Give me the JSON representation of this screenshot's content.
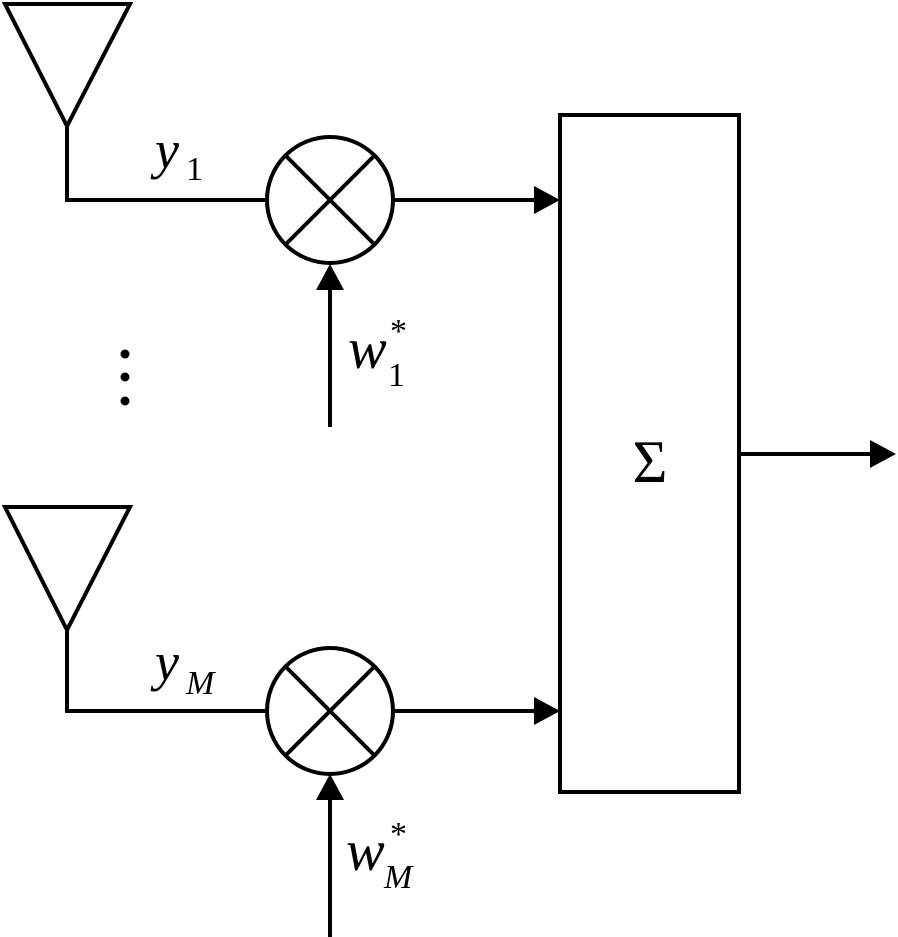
{
  "diagram": {
    "branches": [
      {
        "signal": {
          "base": "y",
          "sub": "1"
        },
        "weight": {
          "base": "w",
          "sup": "*",
          "sub": "1"
        }
      },
      {
        "signal": {
          "base": "y",
          "sub": "M"
        },
        "weight": {
          "base": "w",
          "sup": "*",
          "sub": "M"
        }
      }
    ],
    "ellipsis": "⋮",
    "combiner_symbol": "Σ",
    "colors": {
      "line": "#000000",
      "background": "#ffffff"
    }
  }
}
